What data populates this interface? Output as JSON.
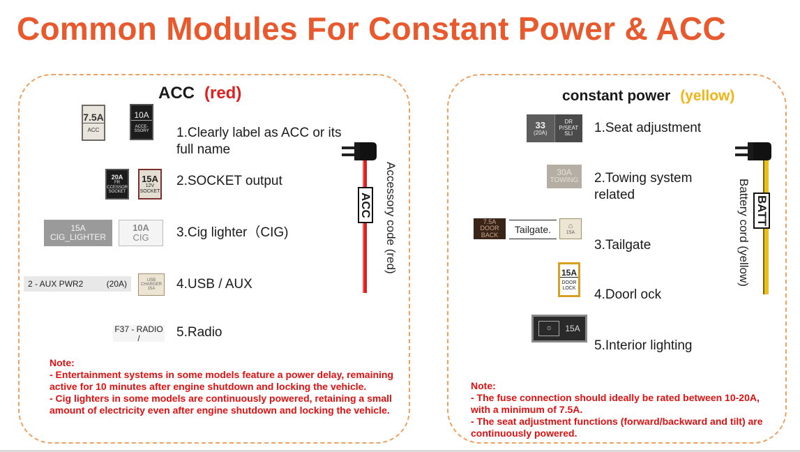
{
  "title": "Common Modules For Constant Power & ACC",
  "acc": {
    "heading": "ACC",
    "heading_color_note": "(red)",
    "items": [
      "1.Clearly label as ACC or its full name",
      "2.SOCKET output",
      "3.Cig lighter（CIG)",
      "4.USB / AUX",
      "5.Radio"
    ],
    "thumbs": {
      "acc_75": {
        "amp": "7.5A",
        "text": "ACC"
      },
      "acc_10": {
        "amp": "10A",
        "text": "ACCE-SSORY"
      },
      "socket_20": {
        "amp": "20A",
        "text": "FR ACCESSORY SOCKET"
      },
      "socket_15": {
        "amp": "15A",
        "text": "12V SOCKET"
      },
      "cig_strip": {
        "text": "15A CIG_LIGHTER"
      },
      "cig_10": {
        "amp": "10A",
        "text": "CIG"
      },
      "aux_strip": {
        "left": "2 - AUX PWR2",
        "right": "(20A)"
      },
      "usb": {
        "text": "USB CHARGER",
        "amp": "15A"
      },
      "radio": {
        "text": "F37 - RADIO /"
      }
    },
    "cord_tag": "ACC",
    "cord_label": "Accessory code (red)",
    "note_title": "Note:",
    "note_lines": [
      "- Entertainment systems in some models feature a power delay, remaining active for 10 minutes after engine shutdown and locking the vehicle.",
      "- Cig lighters in some models are continuously powered, retaining a small amount of electricity even after engine shutdown and locking the vehicle."
    ]
  },
  "cp": {
    "heading": "constant power",
    "heading_color_note": "(yellow)",
    "items": [
      "1.Seat adjustment",
      "2.Towing system related",
      "3.Tailgate",
      "4.Doorl ock",
      "5.Interior lighting"
    ],
    "thumbs": {
      "seat": {
        "left_top": "33",
        "left_bottom": "(20A)",
        "right": "DR P/SEAT SLI"
      },
      "tow": {
        "amp": "30A",
        "text": "TOWING"
      },
      "door_back": {
        "amp": "7.5A",
        "text": "DOOR BACK"
      },
      "tailgate": {
        "text": "Tailgate."
      },
      "tail_icon": {
        "amp": "15A"
      },
      "door_lock": {
        "amp": "15A",
        "text": "DOOR LOCK"
      },
      "interior": {
        "amp": "15A",
        "glyph": "☼"
      }
    },
    "cord_tag": "BATT",
    "cord_label": "Battery cord (yellow)",
    "note_title": "Note:",
    "note_lines": [
      "- The fuse connection should ideally be rated between 10-20A, with a minimum of 7.5A.",
      "- The seat adjustment functions (forward/backward and tilt) are continuously powered."
    ]
  },
  "colors": {
    "title": "#e8592e",
    "panel_border": "#f0a060",
    "acc_accent": "#e02020",
    "cp_accent": "#f0b414",
    "note": "#e01010"
  }
}
